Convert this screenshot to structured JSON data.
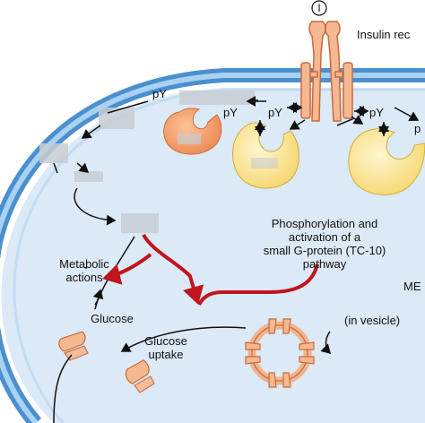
{
  "top_marker": "I",
  "receptor_label": "Insulin rec",
  "py_labels": [
    "pY",
    "pY",
    "pY",
    "pY",
    "p"
  ],
  "phospho_text": [
    "Phosphorylation and",
    "activation of a",
    "small G-protein (TC-10)",
    "pathway"
  ],
  "metabolic_text": [
    "Metabolic",
    "actions"
  ],
  "glucose_label": "Glucose",
  "glucose_uptake_text": [
    "Glucose",
    "uptake"
  ],
  "vesicle_label": "(in vesicle)",
  "me_label": "ME",
  "colors": {
    "background": "#ffffff",
    "cell_fill": "#dbe8f5",
    "membrane": "#4a90d0",
    "membrane_light": "#8fc3ec",
    "receptor_fill": "#f4b58e",
    "receptor_stroke": "#c86a3c",
    "protein_orange": "#f59a5a",
    "protein_yellow": "#fde59a",
    "red_arrow": "#c0141e",
    "redacted": "#c8cdd2"
  }
}
